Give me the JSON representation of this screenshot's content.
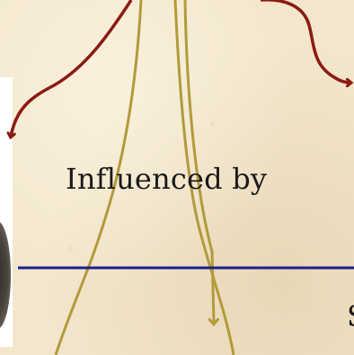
{
  "labels": {
    "influenced_by": "Influenced by",
    "cut_off_text": "S"
  },
  "colors": {
    "background": "#f3e6cc",
    "red_arrow": "#8b1a12",
    "gold_arrow": "#b39a3a",
    "divider": "#1a1f8f",
    "text": "#1a1a1a"
  },
  "elements": {
    "photo": "portrait-photo-partial",
    "arrows": [
      "red-arrow-left",
      "red-arrow-right",
      "gold-arrow-left",
      "gold-arrow-right",
      "gold-arrow-center-down"
    ]
  }
}
